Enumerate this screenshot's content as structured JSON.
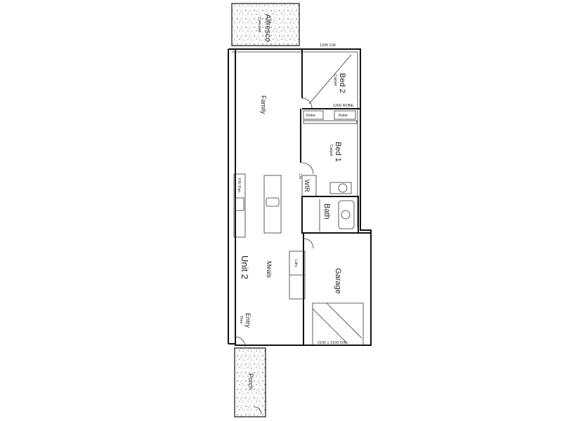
{
  "rooms": {
    "alfresco": {
      "name": "Alfresco",
      "note": "Concrete"
    },
    "family": {
      "name": "Family"
    },
    "bed2": {
      "name": "Bed 2",
      "note": "Carpet"
    },
    "bed1": {
      "name": "Bed 1",
      "note": "Carpet"
    },
    "bath": {
      "name": "Bath"
    },
    "unit": {
      "name": "Unit 2"
    },
    "meals": {
      "name": "Meals"
    },
    "garage": {
      "name": "Garage"
    },
    "entry": {
      "name": "Entry",
      "note": "Tiles"
    },
    "porch": {
      "name": "Porch"
    }
  },
  "labels": {
    "robe1": "Robe",
    "robe2": "Robe",
    "wir": "WIR",
    "lin": "Lin",
    "ldry": "Ldry",
    "fridge": "FR/ Pan",
    "top_dim": "1200 CW",
    "bed2_dim": "1200 ROBE",
    "garage_dim": "2100 x 2100 O/H"
  }
}
